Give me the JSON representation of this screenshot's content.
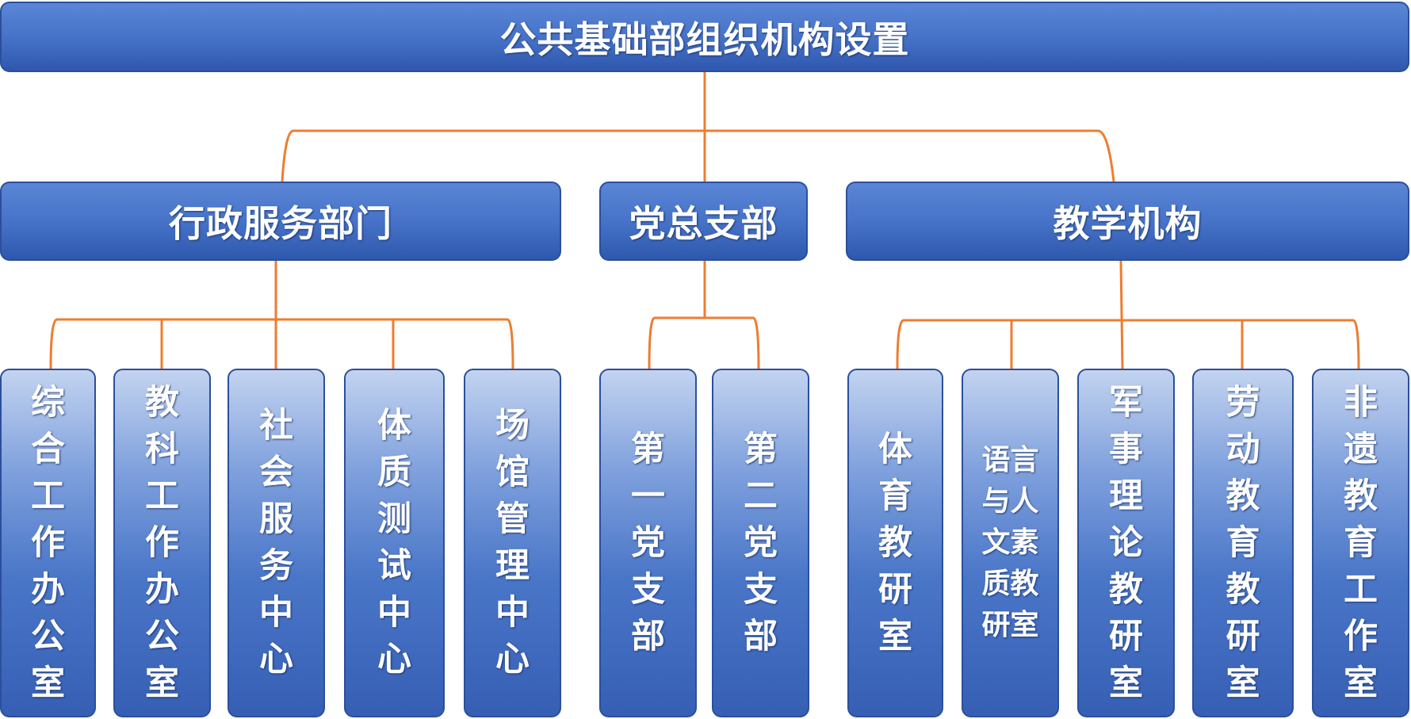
{
  "title": "公共基础部组织机构设置",
  "connector_color": "#ed7d31",
  "departments": [
    {
      "label": "行政服务部门",
      "units": [
        {
          "lines": [
            "综",
            "合",
            "工",
            "作",
            "办",
            "公",
            "室"
          ]
        },
        {
          "lines": [
            "教",
            "科",
            "工",
            "作",
            "办",
            "公",
            "室"
          ]
        },
        {
          "lines": [
            "社",
            "会",
            "服",
            "务",
            "中",
            "心"
          ]
        },
        {
          "lines": [
            "体",
            "质",
            "测",
            "试",
            "中",
            "心"
          ]
        },
        {
          "lines": [
            "场",
            "馆",
            "管",
            "理",
            "中",
            "心"
          ]
        }
      ]
    },
    {
      "label": "党总支部",
      "units": [
        {
          "lines": [
            "第",
            "一",
            "党",
            "支",
            "部"
          ]
        },
        {
          "lines": [
            "第",
            "二",
            "党",
            "支",
            "部"
          ]
        }
      ]
    },
    {
      "label": "教学机构",
      "units": [
        {
          "lines": [
            "体",
            "育",
            "教",
            "研",
            "室"
          ]
        },
        {
          "lines": [
            "语言",
            "与人",
            "文素",
            "质教",
            "研室"
          ],
          "small": true
        },
        {
          "lines": [
            "军",
            "事",
            "理",
            "论",
            "教",
            "研",
            "室"
          ]
        },
        {
          "lines": [
            "劳",
            "动",
            "教",
            "育",
            "教",
            "研",
            "室"
          ]
        },
        {
          "lines": [
            "非",
            "遗",
            "教",
            "育",
            "工",
            "作",
            "室"
          ]
        }
      ]
    }
  ]
}
